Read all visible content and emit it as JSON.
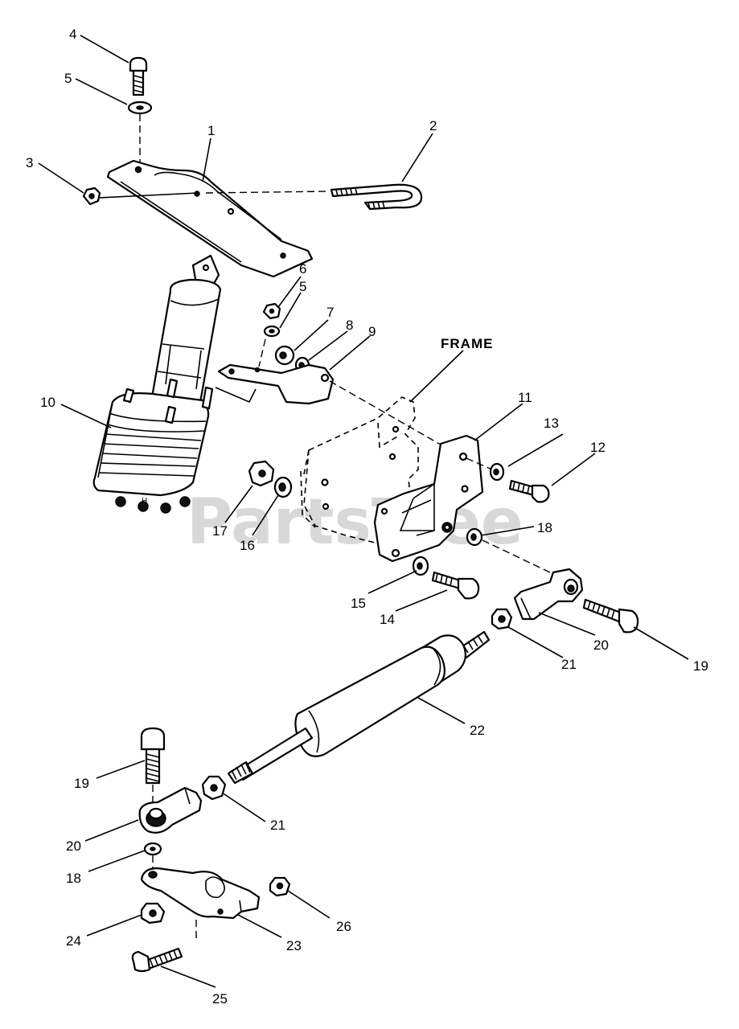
{
  "watermark": "PartsTree",
  "frame_label": "FRAME",
  "callouts": [
    {
      "key": "c1",
      "text": "1"
    },
    {
      "key": "c2",
      "text": "2"
    },
    {
      "key": "c3",
      "text": "3"
    },
    {
      "key": "c4",
      "text": "4"
    },
    {
      "key": "c5a",
      "text": "5"
    },
    {
      "key": "c5b",
      "text": "5"
    },
    {
      "key": "c6",
      "text": "6"
    },
    {
      "key": "c7",
      "text": "7"
    },
    {
      "key": "c8",
      "text": "8"
    },
    {
      "key": "c9",
      "text": "9"
    },
    {
      "key": "c10",
      "text": "10"
    },
    {
      "key": "c11",
      "text": "11"
    },
    {
      "key": "c12",
      "text": "12"
    },
    {
      "key": "c13",
      "text": "13"
    },
    {
      "key": "c14",
      "text": "14"
    },
    {
      "key": "c15",
      "text": "15"
    },
    {
      "key": "c16",
      "text": "16"
    },
    {
      "key": "c17",
      "text": "17"
    },
    {
      "key": "c18a",
      "text": "18"
    },
    {
      "key": "c18b",
      "text": "18"
    },
    {
      "key": "c19a",
      "text": "19"
    },
    {
      "key": "c19b",
      "text": "19"
    },
    {
      "key": "c20a",
      "text": "20"
    },
    {
      "key": "c20b",
      "text": "20"
    },
    {
      "key": "c21a",
      "text": "21"
    },
    {
      "key": "c21b",
      "text": "21"
    },
    {
      "key": "c22",
      "text": "22"
    },
    {
      "key": "c23",
      "text": "23"
    },
    {
      "key": "c24",
      "text": "24"
    },
    {
      "key": "c25",
      "text": "25"
    },
    {
      "key": "c26",
      "text": "26"
    }
  ]
}
